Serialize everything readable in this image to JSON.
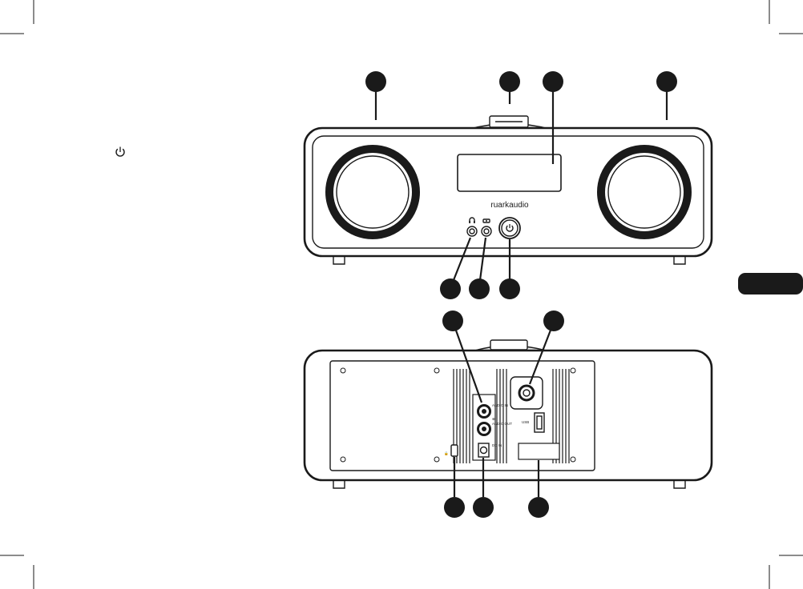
{
  "side_panel": {
    "power_symbol_icon": "power-icon"
  },
  "section_tab": {
    "label": "",
    "color": "#1a1a1a"
  },
  "front_view": {
    "brand_logo_text": "ruarkaudio",
    "headphone_icon": "headphone-icon",
    "aux_icon": "aux-input-icon",
    "power_button_icon": "power-icon"
  },
  "rear_view": {
    "jack_label_1": "AUDIO IN",
    "jack_label_2": "AUDIO OUT",
    "dc_label": "DC IN",
    "usb_label": "USB"
  },
  "colors": {
    "ink": "#1a1a1a",
    "paper": "#ffffff"
  }
}
